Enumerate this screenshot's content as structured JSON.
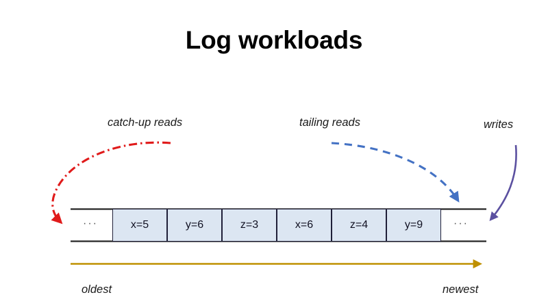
{
  "slide": {
    "title": "Log workloads",
    "background": "#ffffff"
  },
  "annotations": {
    "catch_up_reads": "catch-up reads",
    "tailing_reads": "tailing reads",
    "writes": "writes",
    "oldest": "oldest",
    "newest": "newest"
  },
  "log": {
    "left_ellipsis": "···",
    "right_ellipsis": "···",
    "cells": [
      {
        "label": "x=5"
      },
      {
        "label": "y=6"
      },
      {
        "label": "z=3"
      },
      {
        "label": "x=6"
      },
      {
        "label": "z=4"
      },
      {
        "label": "y=9"
      }
    ],
    "cell_fill": "#dce6f2",
    "cell_border": "#1f1f38",
    "rail_color": "#262626"
  },
  "arrows": {
    "catch_up": {
      "color": "#e01b1b",
      "style": "dash-dot",
      "direction": "right-to-left"
    },
    "tailing": {
      "color": "#4472c4",
      "style": "dashed",
      "direction": "left-to-right"
    },
    "writes": {
      "color": "#5b50a0",
      "style": "solid",
      "direction": "downward"
    },
    "timeline": {
      "color": "#bf9000",
      "style": "solid",
      "direction": "left-to-right"
    }
  }
}
